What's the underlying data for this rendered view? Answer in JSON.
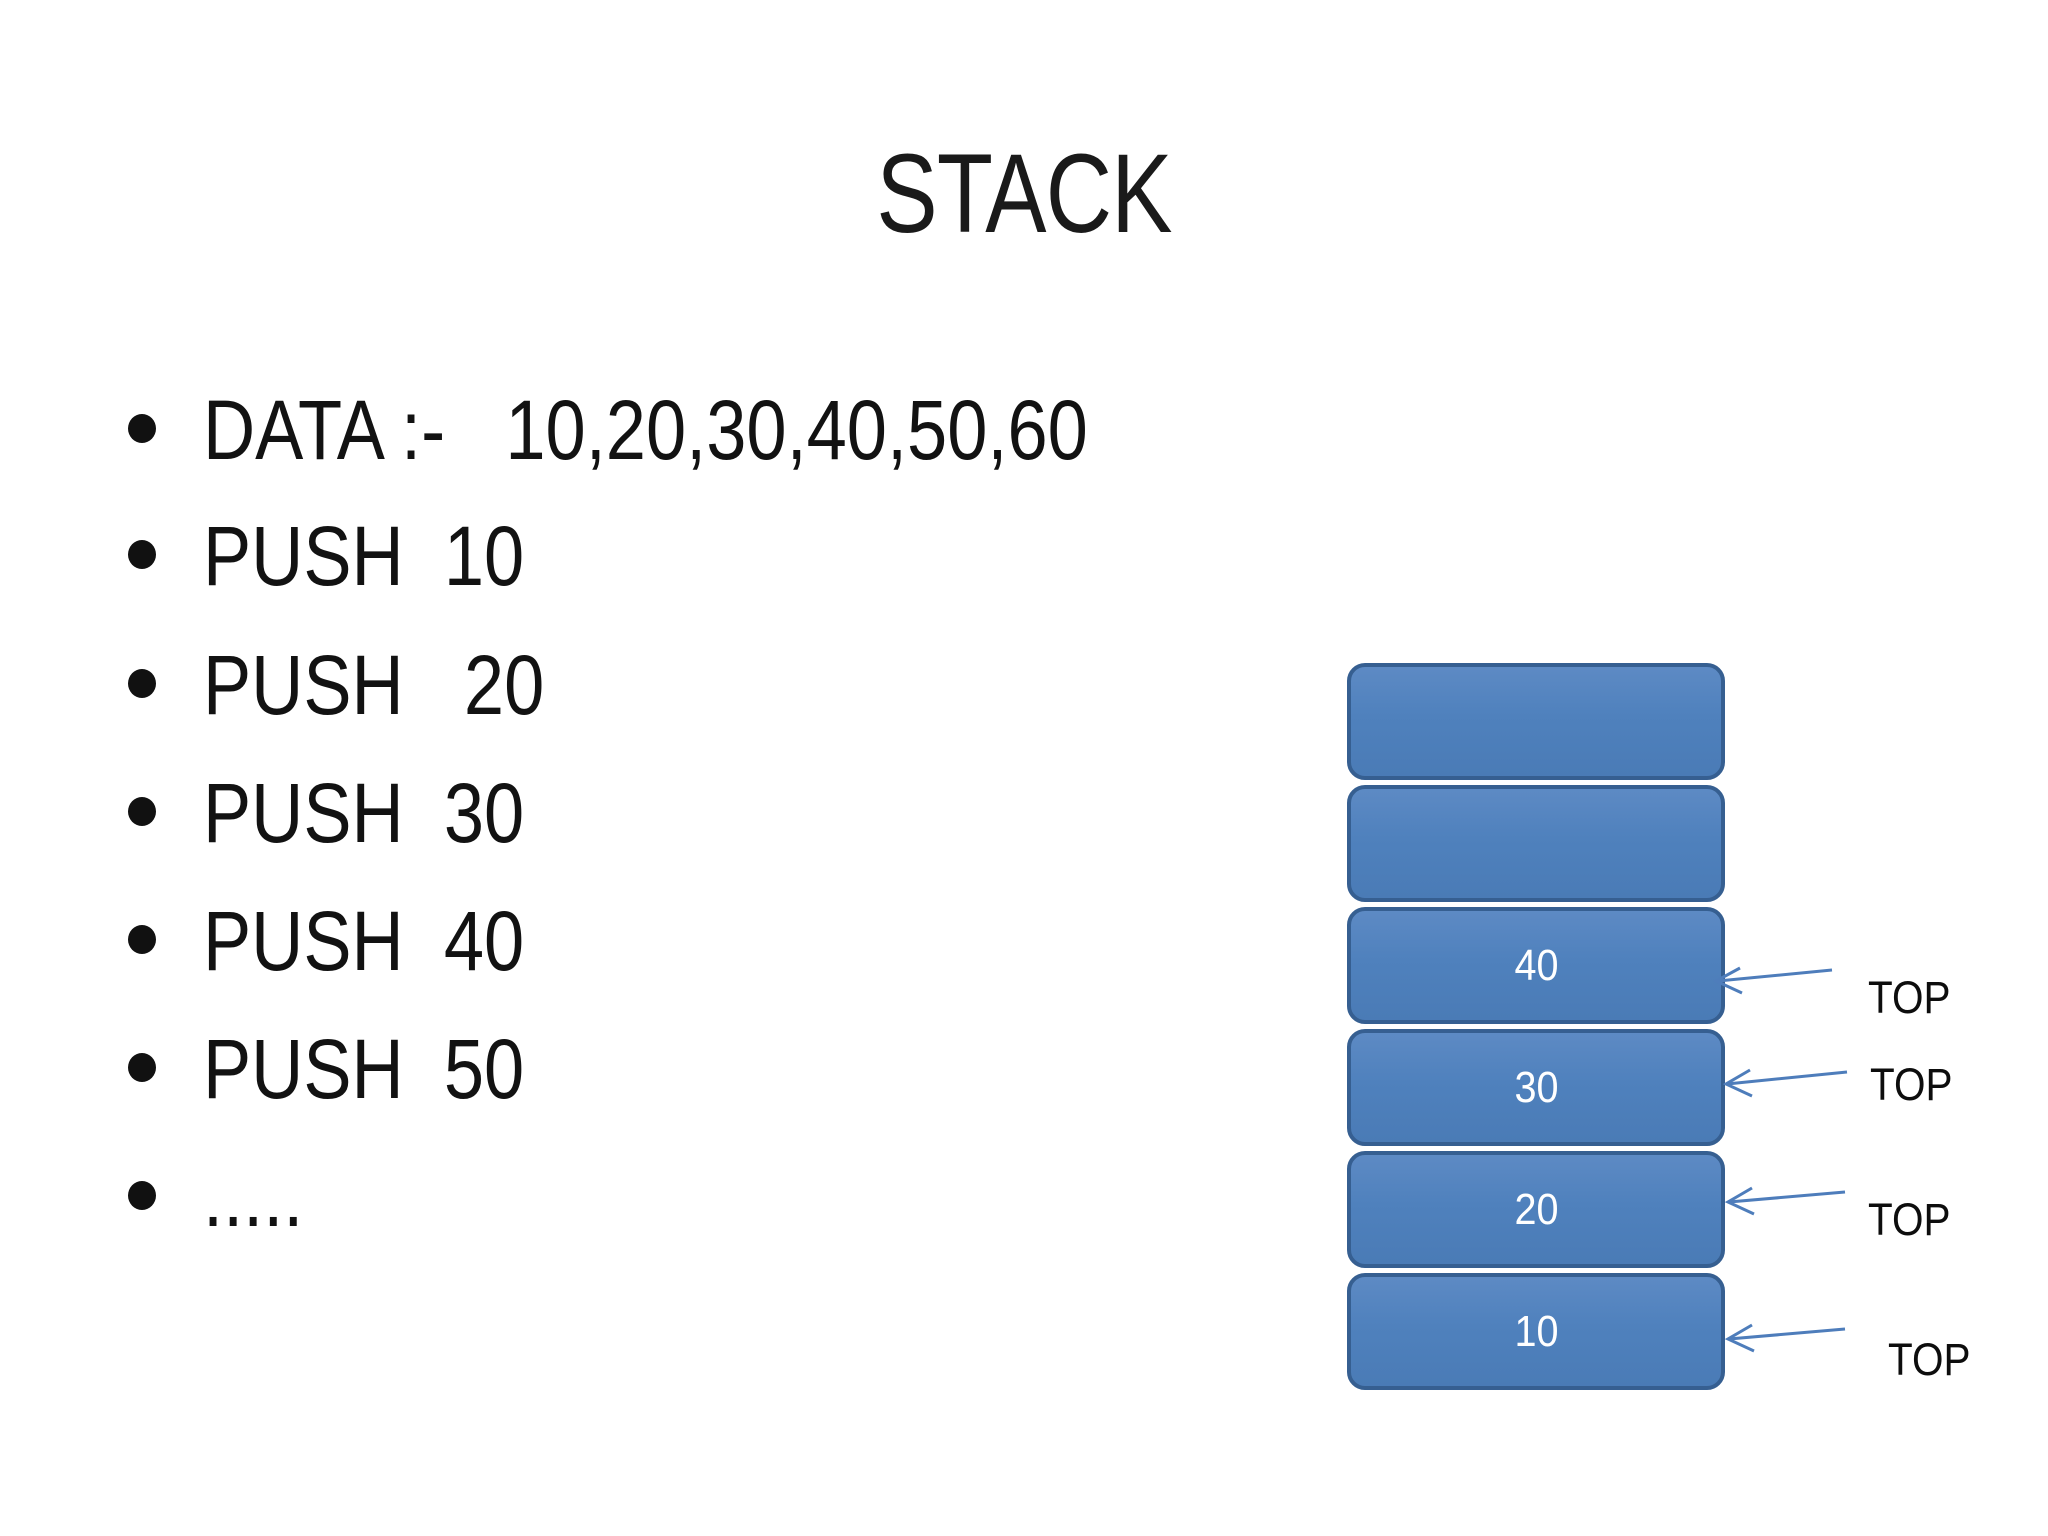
{
  "slide": {
    "title": "STACK",
    "bullets": [
      "DATA :-   10,20,30,40,50,60",
      "PUSH  10",
      "PUSH   20",
      "PUSH  30",
      "PUSH  40",
      "PUSH  50",
      "....."
    ]
  },
  "diagram": {
    "boxes": [
      {
        "label": ""
      },
      {
        "label": ""
      },
      {
        "label": "40"
      },
      {
        "label": "30"
      },
      {
        "label": "20"
      },
      {
        "label": "10"
      }
    ],
    "pointers": [
      {
        "label": "TOP"
      },
      {
        "label": "TOP"
      },
      {
        "label": "TOP"
      },
      {
        "label": "TOP"
      }
    ],
    "colors": {
      "box_fill": "#4f81bd",
      "box_border": "#365f91",
      "arrow": "#4e7dbb",
      "box_text": "#ffffff",
      "label_text": "#000000",
      "background": "#ffffff"
    }
  }
}
